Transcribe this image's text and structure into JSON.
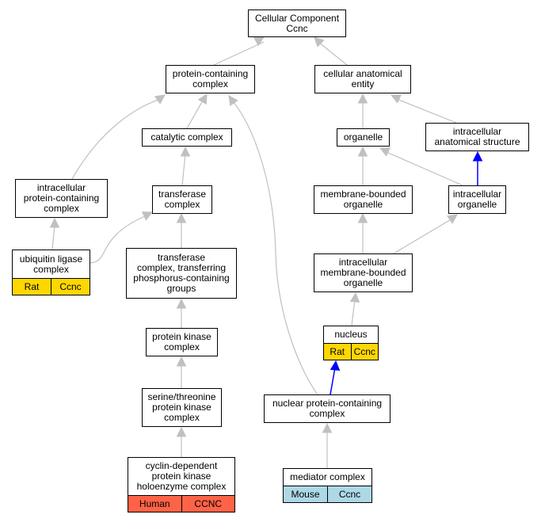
{
  "diagram": {
    "nodes": {
      "root": "Cellular Component\nCcnc",
      "protein_containing": "protein-containing\ncomplex",
      "cellular_anatomical": "cellular anatomical\nentity",
      "catalytic": "catalytic complex",
      "organelle": "organelle",
      "intracellular_anatomical": "intracellular\nanatomical structure",
      "intracellular_pc": "intracellular\nprotein-containing\ncomplex",
      "transferase": "transferase\ncomplex",
      "membrane_bounded": "membrane-bounded\norganelle",
      "intracellular_organelle": "intracellular\norganelle",
      "ubiquitin": "ubiquitin ligase\ncomplex",
      "transferase_phos": "transferase\ncomplex, transferring\nphosphorus-containing\ngroups",
      "intracellular_mbo": "intracellular\nmembrane-bounded\norganelle",
      "protein_kinase": "protein kinase\ncomplex",
      "nucleus": "nucleus",
      "serine_threonine": "serine/threonine\nprotein kinase\ncomplex",
      "nuclear_pc": "nuclear protein-containing\ncomplex",
      "cyclin_dependent": "cyclin-dependent\nprotein kinase\nholoenzyme complex",
      "mediator": "mediator complex"
    },
    "annotations": {
      "ubiquitin": [
        "Rat",
        "Ccnc"
      ],
      "nucleus": [
        "Rat",
        "Ccnc"
      ],
      "cyclin_dependent": [
        "Human",
        "CCNC"
      ],
      "mediator": [
        "Mouse",
        "Ccnc"
      ]
    },
    "colors": {
      "is_a_edge": "#c0c0c0",
      "part_of_edge": "#0000ff",
      "rat": "#ffd700",
      "human": "#ff6347",
      "mouse": "#add8e6"
    }
  }
}
